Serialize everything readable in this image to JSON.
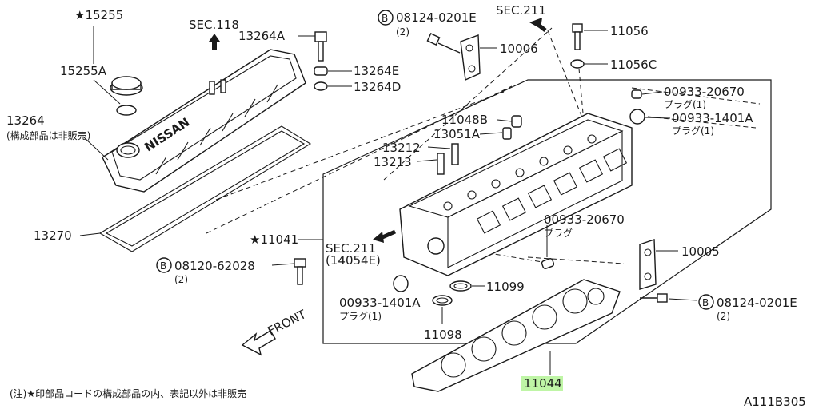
{
  "labels": {
    "p15255_star": "★15255",
    "p15255a": "15255A",
    "p13264": "13264",
    "p13264_note": "(構成部品は非販売)",
    "sec118": "SEC.118",
    "p13264a": "13264A",
    "p13264e": "13264E",
    "p13264d": "13264D",
    "b08124_top": "08124-0201E",
    "b08124_top_qty": "(2)",
    "sec211_top": "SEC.211",
    "p10006": "10006",
    "p11056": "11056",
    "p11056c": "11056C",
    "p00933_20670_top": "00933-20670",
    "plug1_top": "プラグ(1)",
    "p00933_1401a_top": "00933-1401A",
    "plug1_top2": "プラグ(1)",
    "p11048b": "11048B",
    "p13051a": "13051A",
    "p13212": "13212",
    "p13213": "13213",
    "p13270": "13270",
    "p11041_star": "★11041",
    "sec211_mid": "SEC.211",
    "p14054e": "(14054E)",
    "p00933_20670_mid": "00933-20670",
    "plug_mid": "プラグ",
    "p10005": "10005",
    "b08120": "08120-62028",
    "b08120_qty": "(2)",
    "p11099": "11099",
    "p00933_1401a_bot": "00933-1401A",
    "plug1_bot": "プラグ(1)",
    "p11098": "11098",
    "b08124_bot": "08124-0201E",
    "b08124_bot_qty": "(2)",
    "p11044": "11044",
    "front": "FRONT",
    "note": "(注)★印部品コードの構成部品の内、表記以外は非販売",
    "diagram_id": "A111B305",
    "bolt_mark": "B",
    "cover_brand": "NISSAN"
  },
  "colors": {
    "highlight": "#bff5a6",
    "ink": "#1a1a1a"
  }
}
